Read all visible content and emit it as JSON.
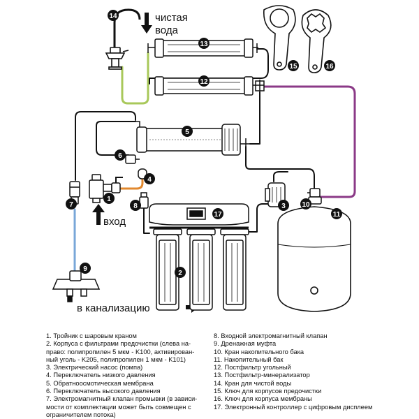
{
  "colors": {
    "line": "#111111",
    "green_tube": "#a8c85a",
    "purple_tube": "#8b3a87",
    "blue_tube": "#79a7d8",
    "orange_tube": "#e2882e",
    "badge": "#111111"
  },
  "callouts": {
    "c1": "1",
    "c2": "2",
    "c3": "3",
    "c4": "4",
    "c5": "5",
    "c6": "6",
    "c7": "7",
    "c8": "8",
    "c9": "9",
    "c10": "10",
    "c11": "11",
    "c12": "12",
    "c13": "13",
    "c14": "14",
    "c15": "15",
    "c16": "16",
    "c17": "17"
  },
  "labels": {
    "clean_water_1": "чистая",
    "clean_water_2": "вода",
    "input": "вход",
    "drain": "в канализацию"
  },
  "legend": {
    "left": [
      "1. Тройник с шаровым краном",
      "2. Корпуса с фильтрами предочистки (слева на-право: полипропилен 5 мкм - K100, активирован-ный уголь - K205, полипропилен 1 мкм - K101)",
      "3. Электрический насос (помпа)",
      "4. Переключатель низкого давления",
      "5. Обратноосмотическая мембрана",
      "6. Переключатель высокого давления",
      "7. Электромагнитный клапан промывки (в зависи-мости от комплектации может быть совмещен с ограничителем потока)"
    ],
    "right": [
      "8. Входной электромагнитный клапан",
      "9. Дренажная муфта",
      "10. Кран накопительного бака",
      "11. Накопительный бак",
      "12. Постфильтр угольный",
      "13. Постфильтр-минерализатор",
      "14. Кран для чистой воды",
      "15. Ключ для корпусов предочистки",
      "16. Ключ для корпуса мембраны",
      "17. Электронный контроллер с цифровым дисплеем"
    ]
  }
}
